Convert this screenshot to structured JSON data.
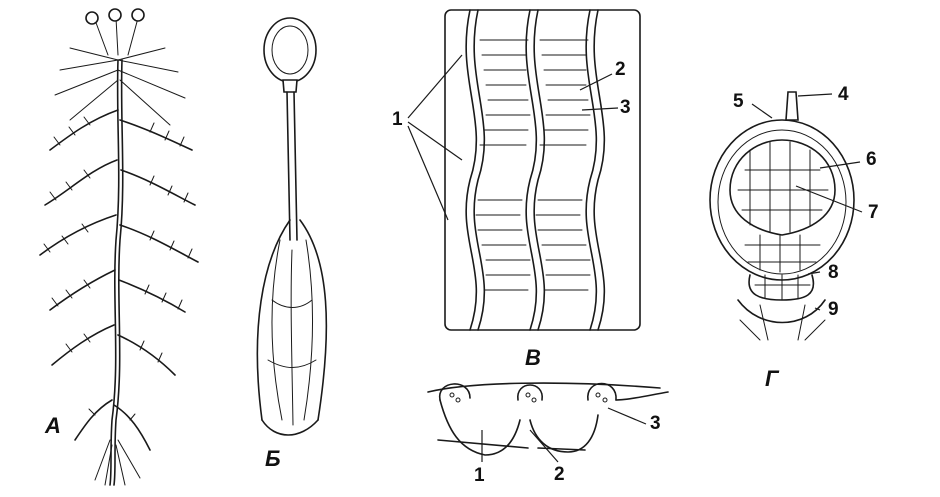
{
  "panels": {
    "a": "А",
    "b": "Б",
    "v": "В",
    "g": "Г"
  },
  "labels_v": {
    "n1": "1",
    "n2": "2",
    "n3": "3"
  },
  "labels_v_section": {
    "n1": "1",
    "n2": "2",
    "n3": "3"
  },
  "labels_g": {
    "n4": "4",
    "n5": "5",
    "n6": "6",
    "n7": "7",
    "n8": "8",
    "n9": "9"
  }
}
